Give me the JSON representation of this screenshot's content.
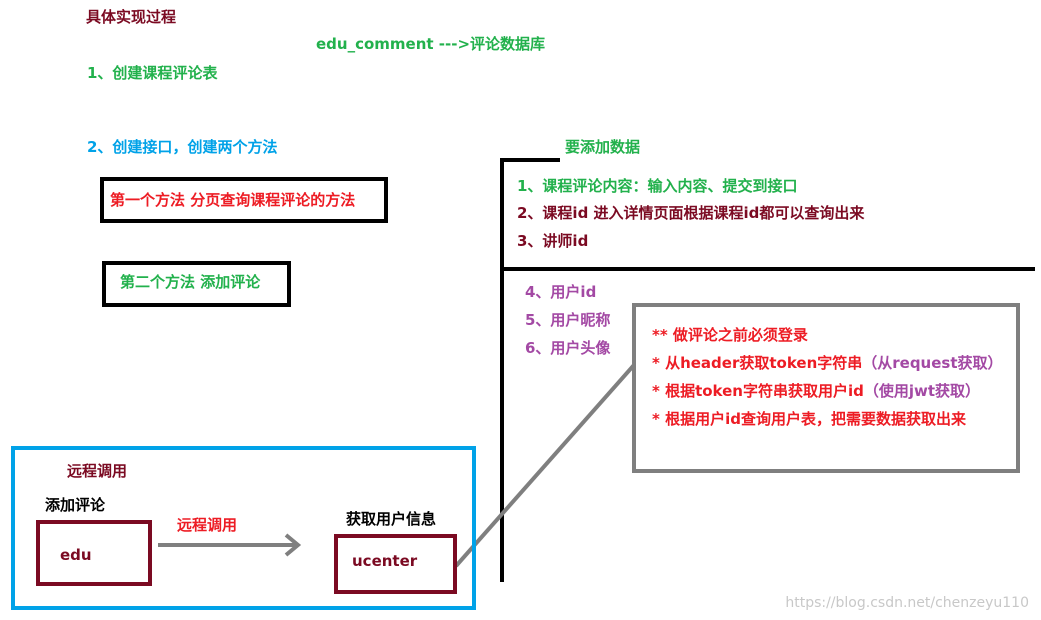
{
  "colors": {
    "dark_red": "#7b0a22",
    "green": "#22b14c",
    "cyan": "#00a2e8",
    "red": "#ed1c24",
    "purple": "#a349a4",
    "black": "#000000",
    "gray": "#7f7f7f",
    "blue": "#00a2e8"
  },
  "title": "具体实现过程",
  "subtitle": "edu_comment --->评论数据库",
  "step1": "1、创建课程评论表",
  "step2": "2、创建接口，创建两个方法",
  "method1": "第一个方法  分页查询课程评论的方法",
  "method2": "第二个方法 添加评论",
  "data_header": "要添加数据",
  "data_items": [
    "1、课程评论内容：输入内容、提交到接口",
    "2、课程id  进入详情页面根据课程id都可以查询出来",
    "3、讲师id"
  ],
  "user_items": [
    "4、用户id",
    "5、用户昵称",
    "6、用户头像"
  ],
  "notes": [
    "** 做评论之前必须登录",
    "* 从header获取token字符串（从request获取）",
    "* 根据token字符串获取用户id（使用jwt获取）",
    "* 根据用户id查询用户表，把需要数据获取出来"
  ],
  "remote": {
    "title": "远程调用",
    "add_comment": "添加评论",
    "edu": "edu",
    "arrow_label": "远程调用",
    "get_user_info": "获取用户信息",
    "ucenter": "ucenter"
  },
  "watermark": "https://blog.csdn.net/chenzeyu110"
}
